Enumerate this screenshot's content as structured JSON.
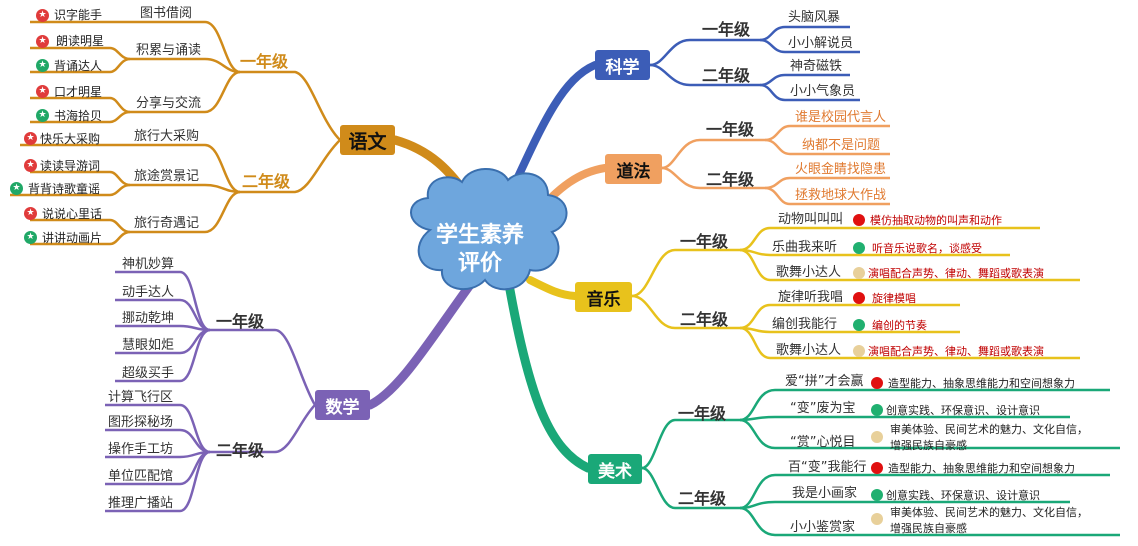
{
  "center": {
    "line1": "学生素养",
    "line2": "评价"
  },
  "colors": {
    "yuwen": "#d08b1a",
    "shuxue": "#7b62b5",
    "kexue": "#3c5db7",
    "daofa": "#f0a060",
    "yinyue": "#e8c21c",
    "meishu": "#1aa878",
    "red_star": "#e03b3b",
    "green_star": "#20a867",
    "red_dot": "#e01010",
    "green_dot": "#20b070",
    "tan_dot": "#e8d09a"
  },
  "yuwen": {
    "label": "语文",
    "g1": "一年级",
    "g2": "二年级",
    "cat1": "图书借阅",
    "cat2": "积累与诵读",
    "cat3": "分享与交流",
    "cat4": "旅行大采购",
    "cat5": "旅途赏景记",
    "cat6": "旅行奇遇记",
    "i1": "识字能手",
    "i2": "朗读明星",
    "i3": "背诵达人",
    "i4": "口才明星",
    "i5": "书海拾贝",
    "i6": "快乐大采购",
    "i7": "读读导游词",
    "i8": "背背诗歌童谣",
    "i9": "说说心里话",
    "i10": "讲讲动画片"
  },
  "shuxue": {
    "label": "数学",
    "g1": "一年级",
    "g2": "二年级",
    "a": [
      "神机妙算",
      "动手达人",
      "挪动乾坤",
      "慧眼如炬",
      "超级买手"
    ],
    "b": [
      "计算飞行区",
      "图形探秘场",
      "操作手工坊",
      "单位匹配馆",
      "推理广播站"
    ]
  },
  "kexue": {
    "label": "科学",
    "g1": "一年级",
    "g2": "二年级",
    "a": [
      "头脑风暴",
      "小小解说员"
    ],
    "b": [
      "神奇磁铁",
      "小小气象员"
    ]
  },
  "daofa": {
    "label": "道法",
    "g1": "一年级",
    "g2": "二年级",
    "a": [
      "谁是校园代言人",
      "纳都不是问题"
    ],
    "b": [
      "火眼金睛找隐患",
      "拯救地球大作战"
    ]
  },
  "yinyue": {
    "label": "音乐",
    "g1": "一年级",
    "g2": "二年级",
    "a": [
      "动物叫叫叫",
      "乐曲我来听",
      "歌舞小达人"
    ],
    "an": [
      "模仿抽取动物的叫声和动作",
      "听音乐说歌名，谈感受",
      "演唱配合声势、律动、舞蹈或歌表演"
    ],
    "b": [
      "旋律听我唱",
      "编创我能行",
      "歌舞小达人"
    ],
    "bn": [
      "旋律模唱",
      "编创的节奏",
      "演唱配合声势、律动、舞蹈或歌表演"
    ]
  },
  "meishu": {
    "label": "美术",
    "g1": "一年级",
    "g2": "二年级",
    "a": [
      "爱“拼”才会赢",
      "“变”废为宝",
      "“赏”心悦目"
    ],
    "b": [
      "百“变”我能行",
      "我是小画家",
      "小小鉴赏家"
    ],
    "n1": "造型能力、抽象思维能力和空间想象力",
    "n2": "创意实践、环保意识、设计意识",
    "n3a": "审美体验、民间艺术的魅力、文化自信，",
    "n3b": "增强民族自豪感"
  }
}
